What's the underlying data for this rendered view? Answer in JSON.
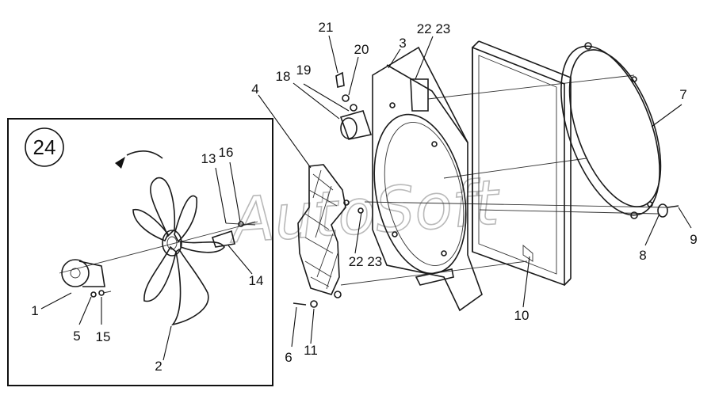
{
  "inset": {
    "number": "24"
  },
  "watermark": "AutoSoft",
  "callouts": [
    {
      "id": "c1",
      "text": "1"
    },
    {
      "id": "c2",
      "text": "2"
    },
    {
      "id": "c3",
      "text": "3"
    },
    {
      "id": "c4",
      "text": "4"
    },
    {
      "id": "c5",
      "text": "5"
    },
    {
      "id": "c6",
      "text": "6"
    },
    {
      "id": "c7",
      "text": "7"
    },
    {
      "id": "c8",
      "text": "8"
    },
    {
      "id": "c9",
      "text": "9"
    },
    {
      "id": "c10",
      "text": "10"
    },
    {
      "id": "c11",
      "text": "11"
    },
    {
      "id": "c13",
      "text": "13"
    },
    {
      "id": "c14",
      "text": "14"
    },
    {
      "id": "c15",
      "text": "15"
    },
    {
      "id": "c16",
      "text": "16"
    },
    {
      "id": "c18",
      "text": "18"
    },
    {
      "id": "c19",
      "text": "19"
    },
    {
      "id": "c20",
      "text": "20"
    },
    {
      "id": "c21",
      "text": "21"
    },
    {
      "id": "c2223a",
      "text": "22 23"
    },
    {
      "id": "c2223b",
      "text": "22 23"
    }
  ]
}
